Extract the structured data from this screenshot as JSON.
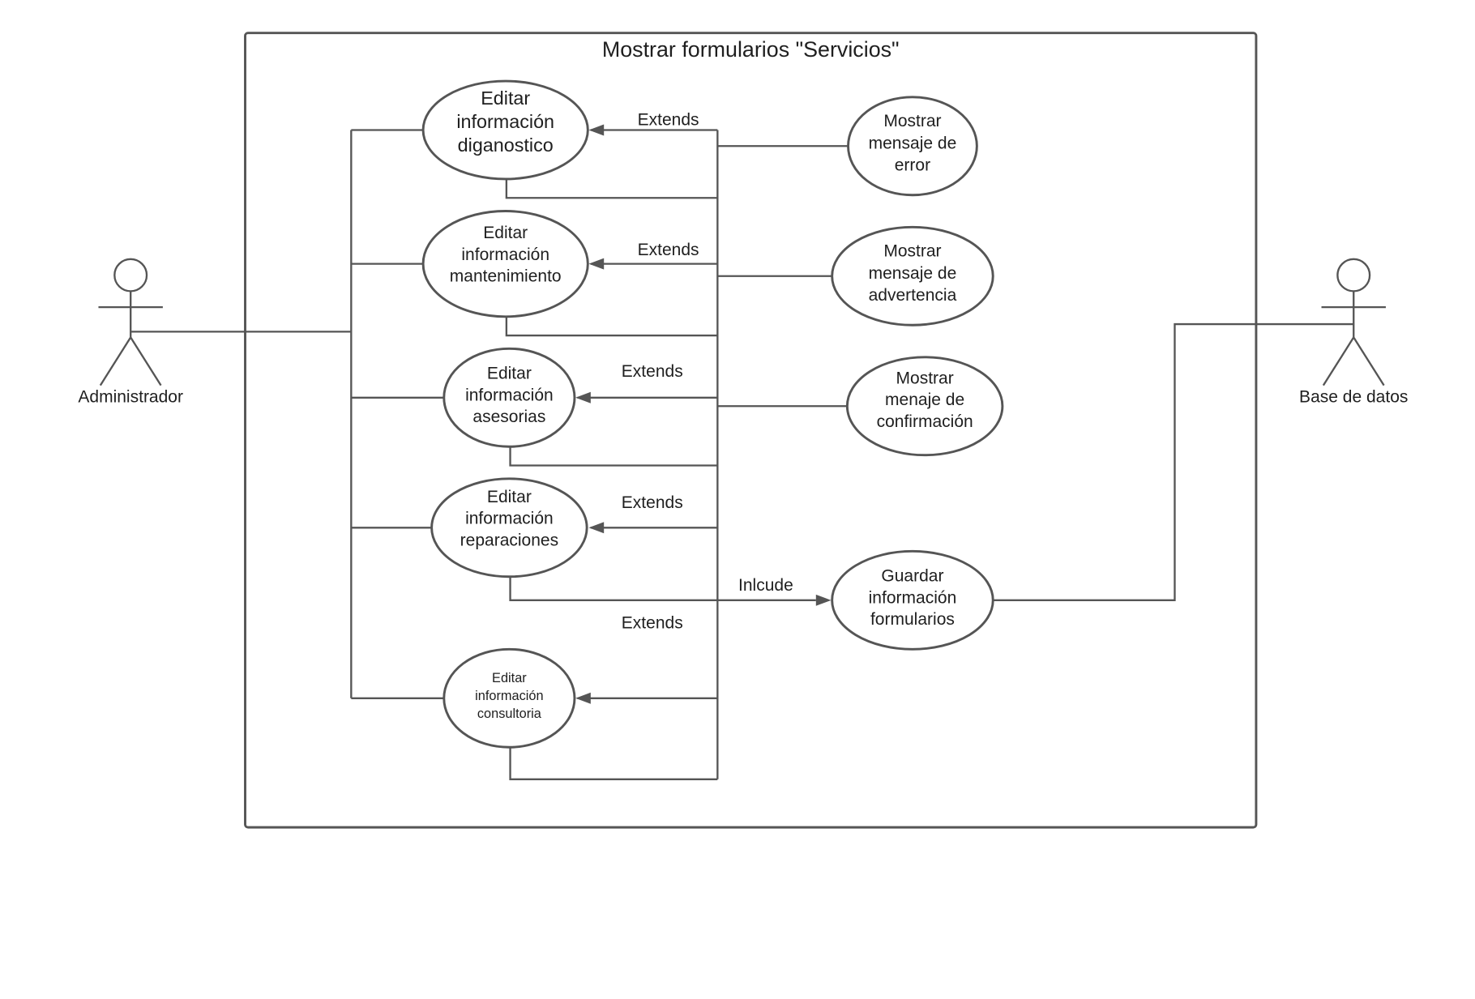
{
  "system": {
    "title": "Mostrar formularios \"Servicios\""
  },
  "actors": {
    "admin": "Administrador",
    "db": "Base de datos"
  },
  "use_cases": {
    "diagnostico": [
      "Editar",
      "información",
      "diganostico"
    ],
    "mantenimiento": [
      "Editar",
      "información",
      "mantenimiento"
    ],
    "asesorias": [
      "Editar",
      "información",
      "asesorias"
    ],
    "reparaciones": [
      "Editar",
      "información",
      "reparaciones"
    ],
    "consultoria": [
      "Editar",
      "información",
      "consultoria"
    ],
    "error": [
      "Mostrar",
      "mensaje de",
      "error"
    ],
    "advertencia": [
      "Mostrar",
      "mensaje de",
      "advertencia"
    ],
    "confirmacion": [
      "Mostrar",
      "menaje de",
      "confirmación"
    ],
    "guardar": [
      "Guardar",
      "información",
      "formularios"
    ]
  },
  "relationships": {
    "extends_1": "Extends",
    "extends_2": "Extends",
    "extends_3": "Extends",
    "extends_4": "Extends",
    "extends_5": "Extends",
    "include": "Inlcude"
  }
}
